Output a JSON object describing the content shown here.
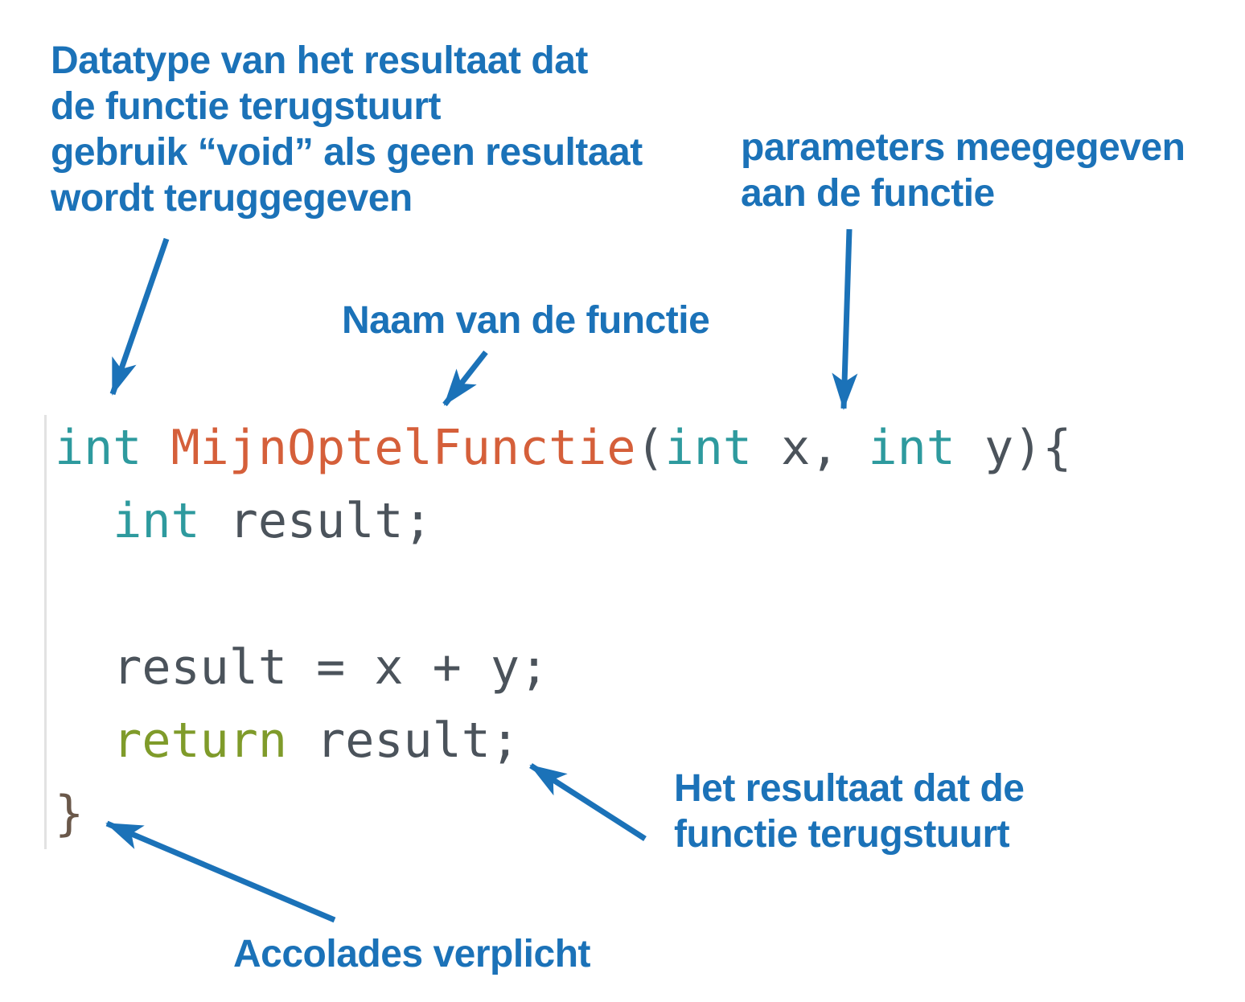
{
  "annotations": {
    "return_type": {
      "lines": [
        "Datatype van het resultaat dat",
        "de functie terugstuurt",
        "gebruik “void” als geen resultaat",
        "wordt teruggegeven"
      ]
    },
    "parameters": {
      "lines": [
        "parameters meegegeven",
        "aan de functie"
      ]
    },
    "function_name": {
      "text": "Naam van de functie"
    },
    "return_value": {
      "lines": [
        "Het resultaat dat de",
        "functie terugstuurt"
      ]
    },
    "braces": {
      "text": "Accolades verplicht"
    }
  },
  "code": {
    "language": "c",
    "lines": [
      {
        "tokens": [
          {
            "t": "int",
            "c": "teal"
          },
          {
            "t": " ",
            "c": "default"
          },
          {
            "t": "MijnOptelFunctie",
            "c": "orange"
          },
          {
            "t": "(",
            "c": "default"
          },
          {
            "t": "int",
            "c": "teal"
          },
          {
            "t": " x, ",
            "c": "default"
          },
          {
            "t": "int",
            "c": "teal"
          },
          {
            "t": " y){",
            "c": "default"
          }
        ]
      },
      {
        "tokens": [
          {
            "t": "  ",
            "c": "default"
          },
          {
            "t": "int",
            "c": "teal"
          },
          {
            "t": " result;",
            "c": "default"
          }
        ]
      },
      {
        "tokens": []
      },
      {
        "tokens": [
          {
            "t": "  result = x + y;",
            "c": "default"
          }
        ]
      },
      {
        "tokens": [
          {
            "t": "  ",
            "c": "default"
          },
          {
            "t": "return",
            "c": "olive"
          },
          {
            "t": " result;",
            "c": "default"
          }
        ]
      },
      {
        "tokens": [
          {
            "t": "}",
            "c": "brace"
          }
        ]
      }
    ]
  },
  "colors": {
    "annotation": "#1b72b8",
    "arrow": "#1b72b8",
    "teal": "#2e9a9e",
    "orange": "#d55f3a",
    "olive": "#7f9b2a",
    "default": "#4b535b",
    "brace": "#6a584a",
    "guide": "#e2e2e2",
    "background": "#ffffff"
  }
}
